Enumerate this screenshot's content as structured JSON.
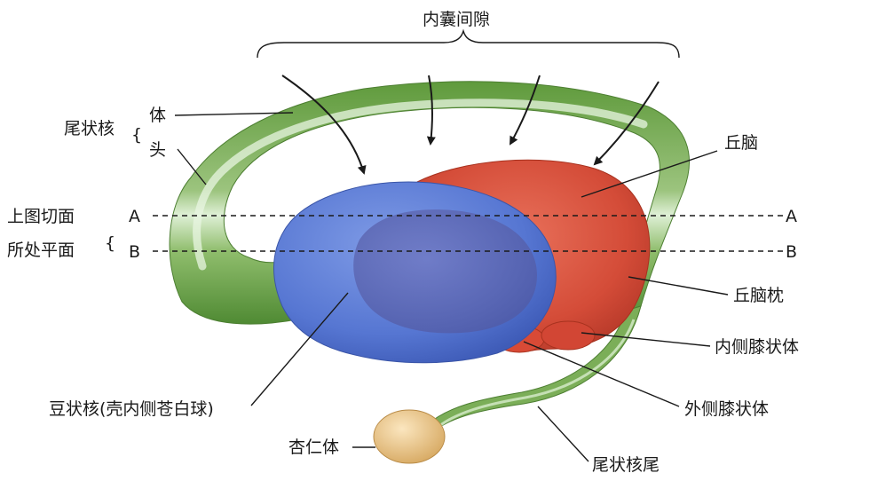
{
  "labels": {
    "internal_capsule_gap": "内囊间隙",
    "caudate_nucleus": "尾状核",
    "caudate_body": "体",
    "caudate_head": "头",
    "section_plane_line1": "上图切面",
    "section_plane_line2": "所处平面",
    "plane_a": "A",
    "plane_b": "B",
    "thalamus": "丘脑",
    "pulvinar": "丘脑枕",
    "medial_geniculate": "内侧膝状体",
    "lateral_geniculate": "外侧膝状体",
    "lentiform_nucleus": "豆状核(壳内侧苍白球)",
    "amygdala": "杏仁体",
    "caudate_tail": "尾状核尾"
  },
  "colors": {
    "caudate_green": "#6fa04a",
    "caudate_highlight": "#d9ecd2",
    "thalamus_red": "#d9553f",
    "lentiform_blue": "#5b7ad6",
    "globus_pallidus": "#5c69b5",
    "amygdala_tan": "#e6c089"
  }
}
